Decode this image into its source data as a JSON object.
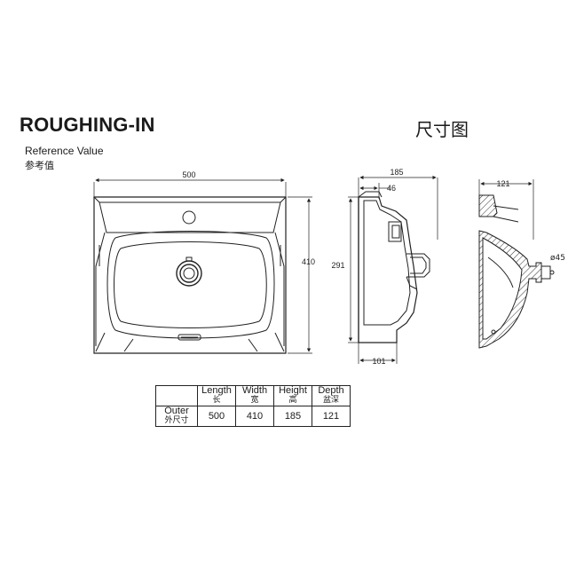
{
  "header": {
    "title": "ROUGHING-IN",
    "title_cn": "尺寸图",
    "reference_en": "Reference Value",
    "reference_cn": "参考值"
  },
  "dimensions": {
    "front_width": "500",
    "front_height": "410",
    "side_depth": "185",
    "side_top_offset": "46",
    "side_height": "291",
    "side_bottom": "101",
    "section_width": "121",
    "drain_diameter": "ø45"
  },
  "table": {
    "headers": [
      {
        "en": "Length",
        "cn": "长"
      },
      {
        "en": "Width",
        "cn": "宽"
      },
      {
        "en": "Height",
        "cn": "高"
      },
      {
        "en": "Depth",
        "cn": "盆深"
      }
    ],
    "row_label_en": "Outer",
    "row_label_cn": "外尺寸",
    "values": [
      "500",
      "410",
      "185",
      "121"
    ]
  }
}
